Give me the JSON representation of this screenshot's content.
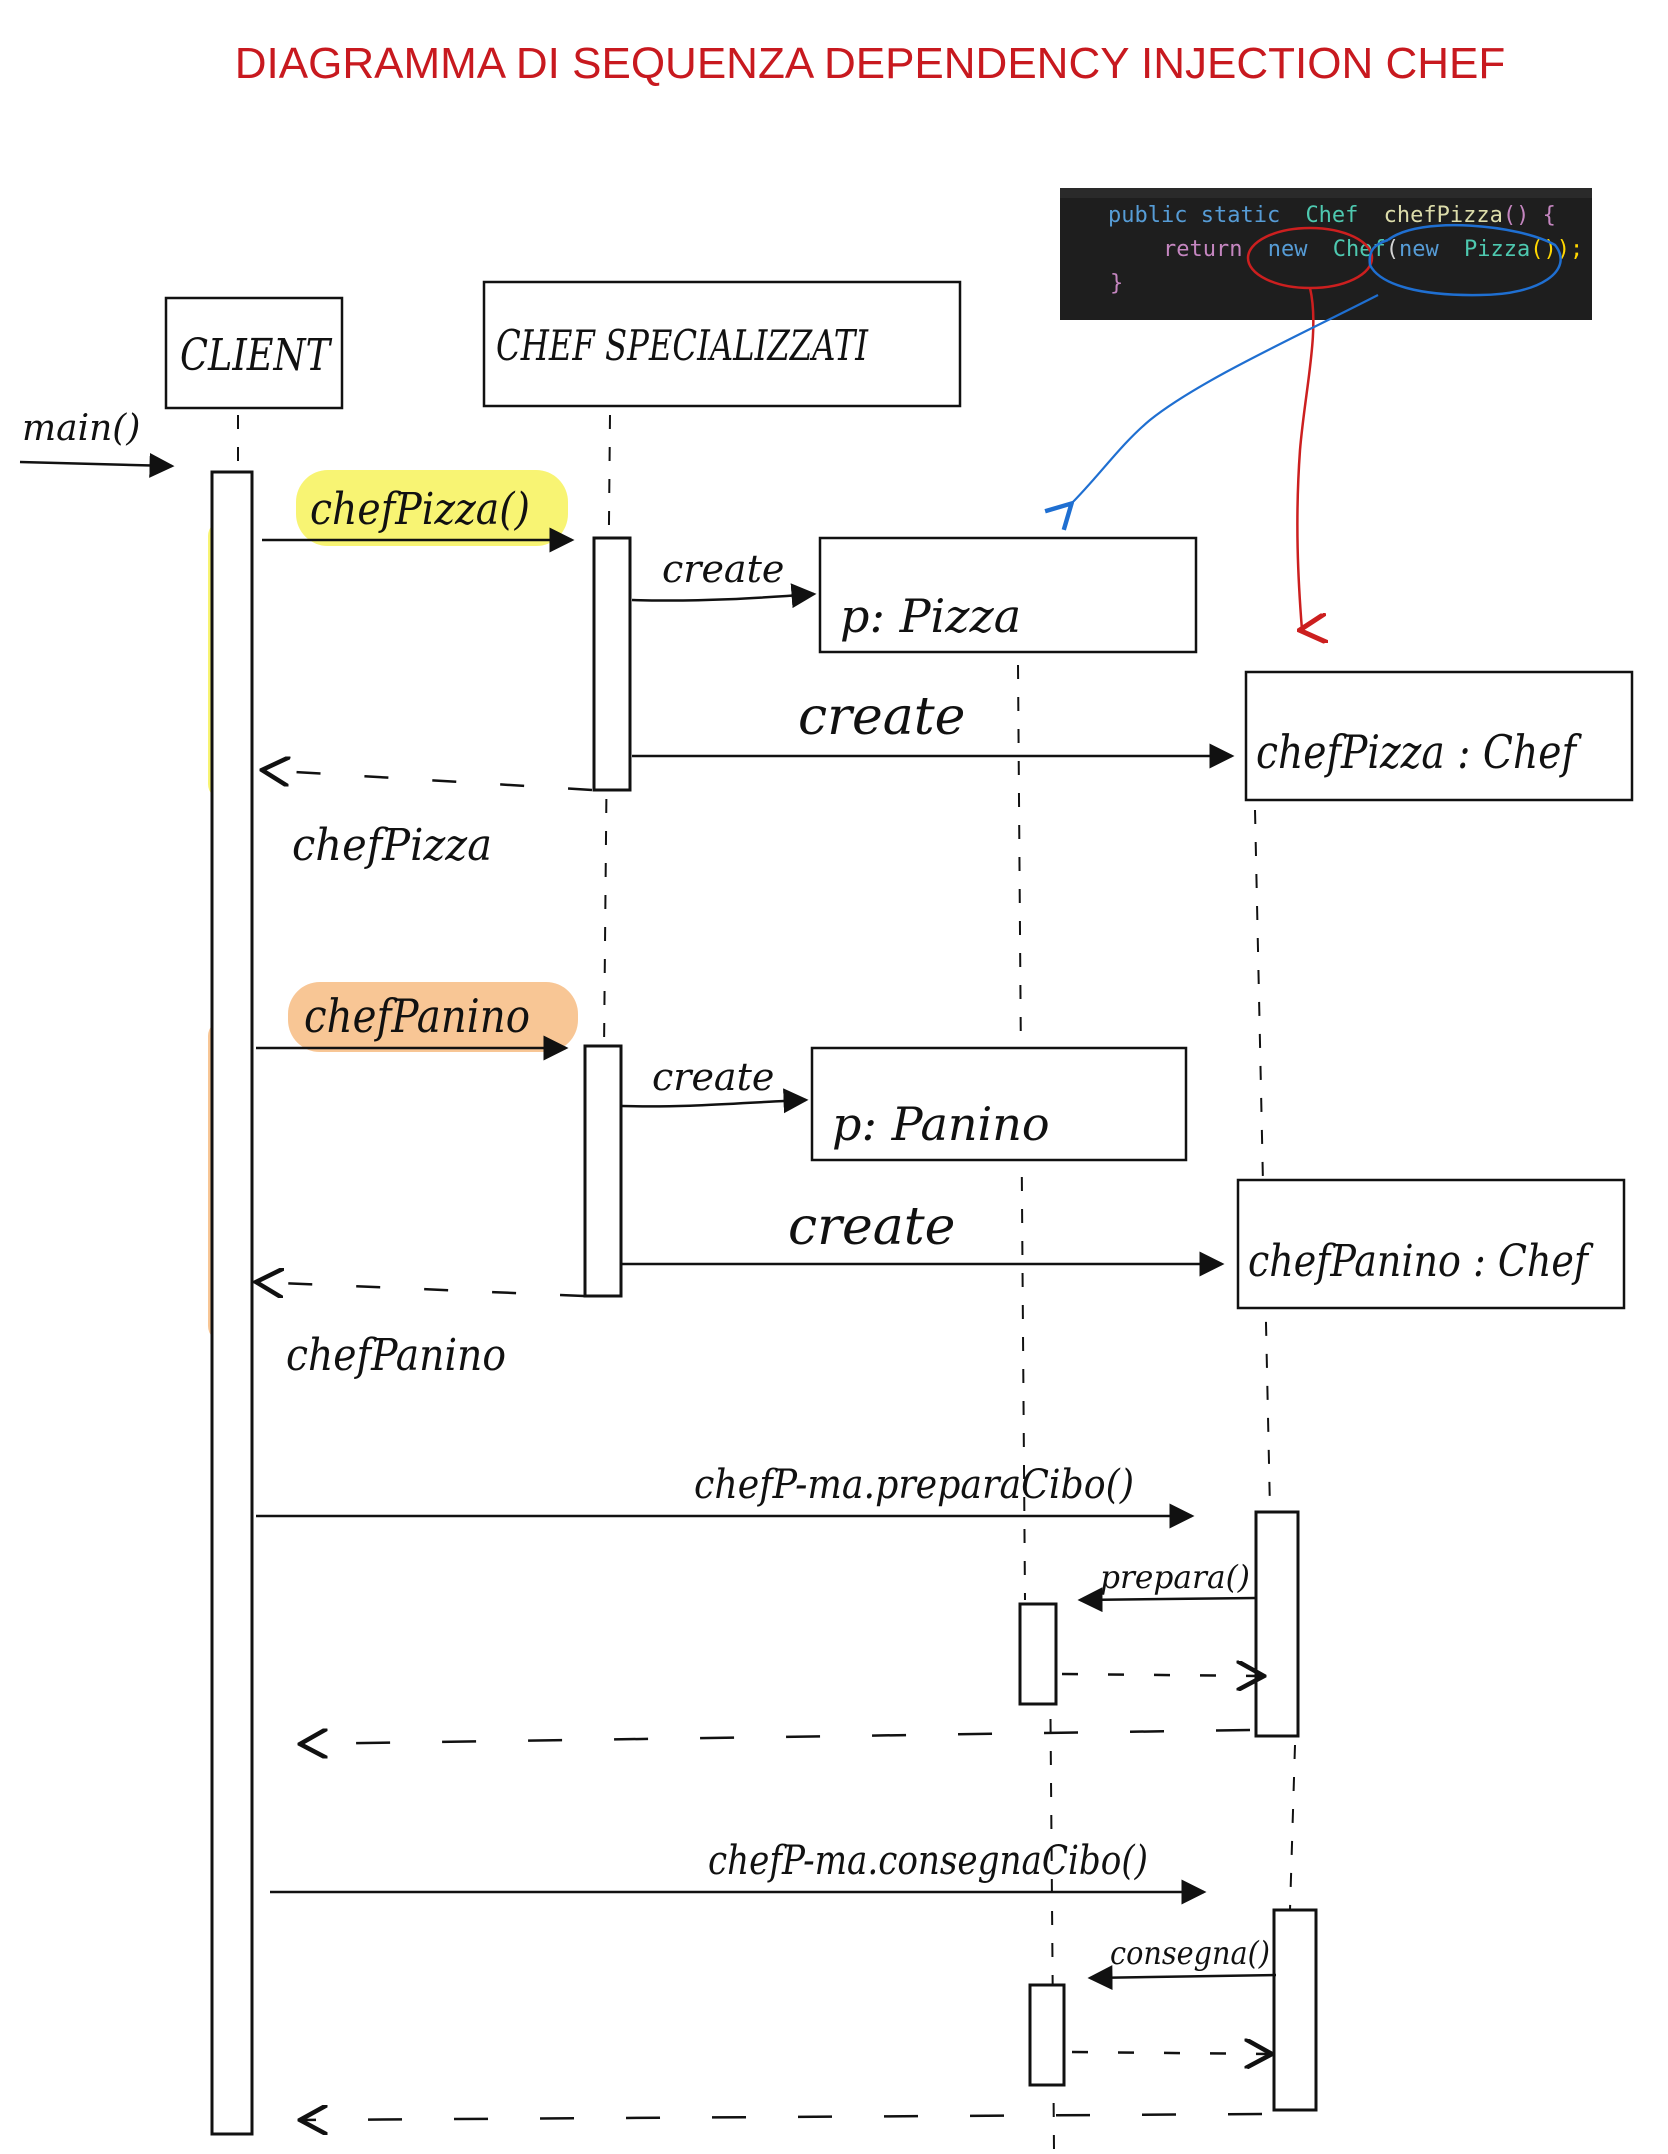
{
  "title": "DIAGRAMMA DI SEQUENZA DEPENDENCY INJECTION CHEF",
  "colors": {
    "title": "#c8191f",
    "ink": "#111111",
    "yellow": "#f7f25a",
    "orange": "#f7c08a",
    "red_annotation": "#cc1f1f",
    "blue_annotation": "#1f6fd1",
    "code_bg": "#1e1e1e"
  },
  "code": {
    "line1": {
      "kw": "public static",
      "type": "Chef",
      "method": "chefPizza",
      "rest": "() {"
    },
    "line2": {
      "kw": "return",
      "new1": "new",
      "type": "Chef",
      "new2": "new",
      "type2": "Pizza",
      "rest": "());"
    },
    "line3": "}"
  },
  "participants": {
    "client": "CLIENT",
    "chef_specializzati": "CHEF SPECIALIZZATI",
    "pizza": "p: Pizza",
    "panino": "p: Panino",
    "chef_pizza": "chefPizza : Chef",
    "chef_panino": "chefPanino : Chef"
  },
  "messages": {
    "main": "main()",
    "call_chef_pizza": "chefPizza()",
    "create": "create",
    "return_chef_pizza": "chefPizza",
    "call_chef_panino": "chefPanino",
    "return_chef_panino": "chefPanino",
    "prepara": "chefP-ma.preparaCibo()",
    "prepara_self": "prepara()",
    "consegna": "chefP-ma.consegnaCibo()",
    "consegna_self": "consegna()"
  }
}
